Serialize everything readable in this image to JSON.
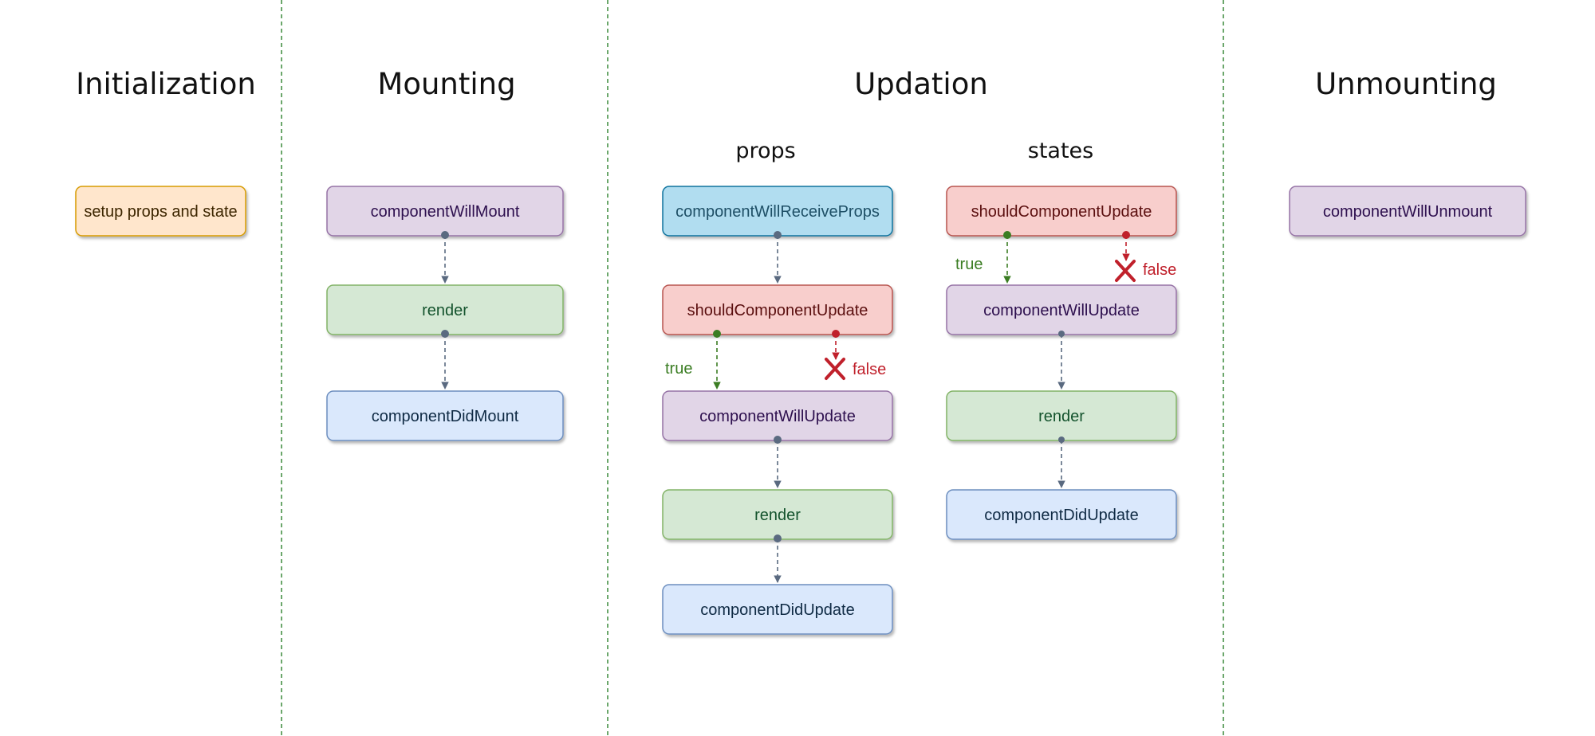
{
  "phases": {
    "initialization": "Initialization",
    "mounting": "Mounting",
    "updation": "Updation",
    "unmounting": "Unmounting"
  },
  "subphases": {
    "props": "props",
    "states": "states"
  },
  "nodes": {
    "setup": "setup props and state",
    "mount_will": "componentWillMount",
    "mount_render": "render",
    "mount_did": "componentDidMount",
    "props_receive": "componentWillReceiveProps",
    "props_should": "shouldComponentUpdate",
    "props_will_update": "componentWillUpdate",
    "props_render": "render",
    "props_did_update": "componentDidUpdate",
    "states_should": "shouldComponentUpdate",
    "states_will_update": "componentWillUpdate",
    "states_render": "render",
    "states_did_update": "componentDidUpdate",
    "unmount_will": "componentWillUnmount"
  },
  "branches": {
    "true_label": "true",
    "false_label": "false"
  },
  "colors": {
    "lifecycle_method": {
      "fill": "#e1d5e7",
      "stroke": "#9673a6",
      "text": "#2d0f4e"
    },
    "render": {
      "fill": "#d5e8d4",
      "stroke": "#82b366",
      "text": "#14532d"
    },
    "did_method": {
      "fill": "#dae8fc",
      "stroke": "#6c8ebf",
      "text": "#0f2a44"
    },
    "should_update": {
      "fill": "#f8cecc",
      "stroke": "#b85450",
      "text": "#5b0f0f"
    },
    "receive_props": {
      "fill": "#b1ddf0",
      "stroke": "#10739e",
      "text": "#1e4f66"
    },
    "setup": {
      "fill": "#ffe6cc",
      "stroke": "#d79b00",
      "text": "#3d2600"
    },
    "connector": "#5a6a80",
    "true_branch": "#3b7d23",
    "false_branch": "#c0202b",
    "phase_divider": "#3a8a3a"
  }
}
